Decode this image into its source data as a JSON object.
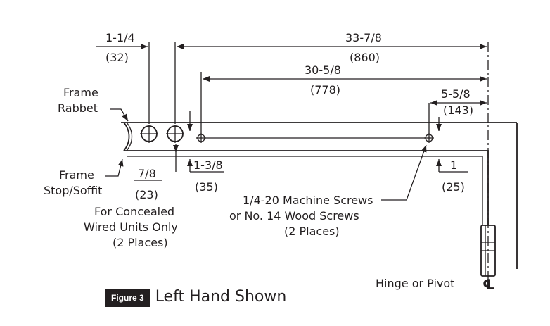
{
  "dimensions": {
    "a_in": "1-1/4",
    "a_mm": "(32)",
    "b_in": "33-7/8",
    "b_mm": "(860)",
    "c_in": "30-5/8",
    "c_mm": "(778)",
    "d_in": "5-5/8",
    "d_mm": "(143)",
    "e_in": "7/8",
    "e_mm": "(23)",
    "f_in": "1-3/8",
    "f_mm": "(35)",
    "g_in": "1",
    "g_mm": "(25)"
  },
  "labels": {
    "frame_rabbet": [
      "Frame",
      "Rabbet"
    ],
    "frame_stop": [
      "Frame",
      "Stop/Soffit"
    ],
    "concealed": [
      "For Concealed",
      "Wired Units Only",
      "(2 Places)"
    ],
    "screws": [
      "1/4-20 Machine Screws",
      "or No. 14 Wood Screws",
      "(2 Places)"
    ],
    "hinge": "Hinge or Pivot",
    "centerline_symbol": "℄"
  },
  "caption": {
    "figure_label": "Figure 3",
    "text": "Left Hand Shown"
  }
}
